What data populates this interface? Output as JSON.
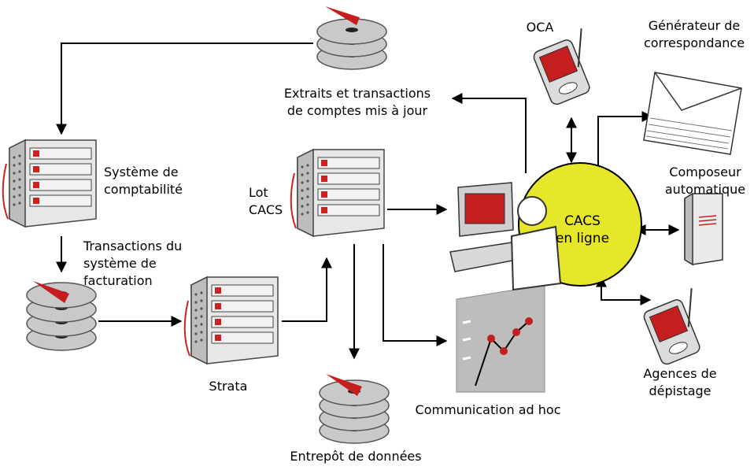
{
  "labels": {
    "extraits_line1": "Extraits et transactions",
    "extraits_line2": "de comptes mis à jour",
    "oca": "OCA",
    "generateur_line1": "Générateur de",
    "generateur_line2": "correspondance",
    "systeme_line1": "Système de",
    "systeme_line2": "comptabilité",
    "lot_line1": "Lot",
    "lot_line2": "CACS",
    "composeur_line1": "Composeur",
    "composeur_line2": "automatique",
    "cacs_line1": "CACS",
    "cacs_line2": "en ligne",
    "transactions_line1": "Transactions du",
    "transactions_line2": "système de",
    "transactions_line3": "facturation",
    "strata": "Strata",
    "agences_line1": "Agences de",
    "agences_line2": "dépistage",
    "communication": "Communication ad hoc",
    "entrepot": "Entrepôt de données"
  },
  "colors": {
    "accent_red": "#cc1f1f",
    "cacs_yellow": "#e6e62a",
    "server_gray": "#c8c8c8",
    "line": "#000000"
  },
  "icons": [
    "disk-stack-icon",
    "server-icon",
    "pda-icon",
    "letter-icon",
    "phone-dialer-icon",
    "computer-operator-icon",
    "chart-icon"
  ]
}
